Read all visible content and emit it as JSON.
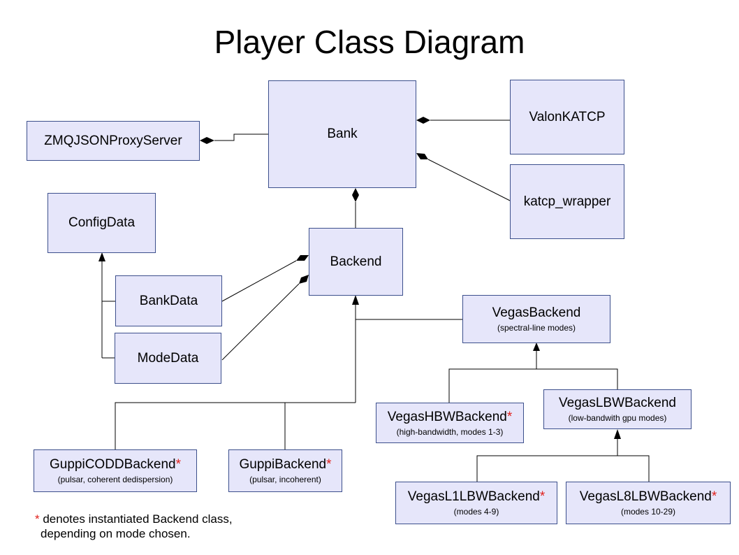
{
  "title": "Player Class Diagram",
  "classes": {
    "bank": {
      "name": "Bank"
    },
    "zmq": {
      "name": "ZMQJSONProxyServer"
    },
    "valon": {
      "name": "ValonKATCP"
    },
    "katcp": {
      "name": "katcp_wrapper"
    },
    "config": {
      "name": "ConfigData"
    },
    "backend": {
      "name": "Backend"
    },
    "bankdata": {
      "name": "BankData"
    },
    "modedata": {
      "name": "ModeData"
    },
    "vegas": {
      "name": "VegasBackend",
      "sub": "(spectral-line modes)"
    },
    "hbw": {
      "name": "VegasHBWBackend",
      "star": "*",
      "sub": "(high-bandwidth, modes 1-3)"
    },
    "lbw": {
      "name": "VegasLBWBackend",
      "sub": "(low-bandwith gpu modes)"
    },
    "coddb": {
      "name": "GuppiCODDBackend",
      "star": "*",
      "sub": "(pulsar, coherent dedispersion)"
    },
    "guppi": {
      "name": "GuppiBackend",
      "star": "*",
      "sub": "(pulsar, incoherent)"
    },
    "l1lbw": {
      "name": "VegasL1LBWBackend",
      "star": "*",
      "sub": "(modes 4-9)"
    },
    "l8lbw": {
      "name": "VegasL8LBWBackend",
      "star": "*",
      "sub": "(modes 10-29)"
    }
  },
  "legend": {
    "star": "*",
    "line1": " denotes instantiated Backend class,",
    "line2": "depending on mode chosen."
  },
  "colors": {
    "box_fill": "#e6e6fa",
    "box_border": "#3c4f8c",
    "star": "#e0201b",
    "line": "#000000"
  }
}
